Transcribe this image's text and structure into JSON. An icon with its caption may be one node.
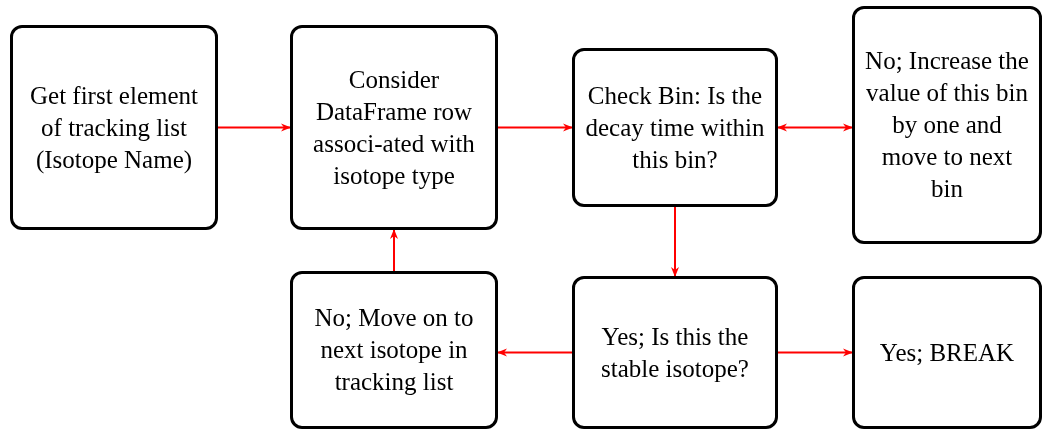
{
  "diagram": {
    "nodes": [
      {
        "text": [
          "Get first element of tracking list (Isotope Name)"
        ]
      },
      {
        "text": [
          "Consider DataFrame row associ-ated with isotope type"
        ]
      },
      {
        "text": [
          "Check Bin: Is the decay time within this bin?"
        ]
      },
      {
        "text": [
          "No; Increase the value of this bin by one and move to next bin"
        ]
      },
      {
        "text": [
          "No; Move on to next isotope in tracking list"
        ]
      },
      {
        "text": [
          "Yes; Is this the stable isotope?"
        ]
      },
      {
        "text": [
          "Yes; BREAK"
        ]
      }
    ],
    "edges": [
      {
        "from": 0,
        "to": 1,
        "arrow": "to"
      },
      {
        "from": 1,
        "to": 2,
        "arrow": "to"
      },
      {
        "from": 2,
        "to": 3,
        "arrow": "both"
      },
      {
        "from": 2,
        "to": 5,
        "arrow": "to"
      },
      {
        "from": 5,
        "to": 4,
        "arrow": "to"
      },
      {
        "from": 4,
        "to": 1,
        "arrow": "to"
      },
      {
        "from": 5,
        "to": 6,
        "arrow": "to"
      }
    ]
  }
}
